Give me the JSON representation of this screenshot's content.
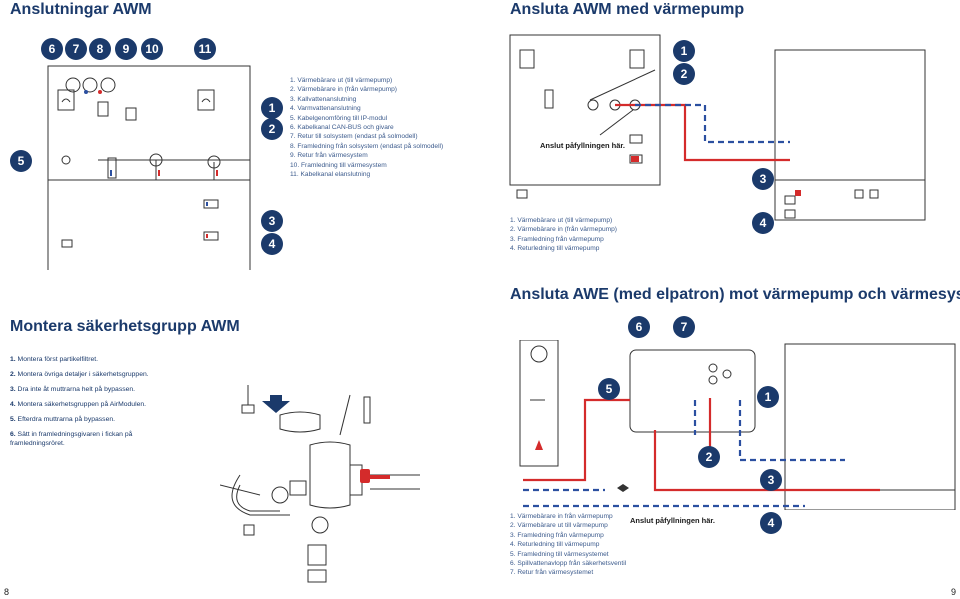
{
  "left_page": {
    "title": "Anslutningar AWM",
    "top_numbers": [
      "6",
      "7",
      "8",
      "9",
      "10",
      "11"
    ],
    "side_numbers": [
      "1",
      "2",
      "5",
      "3",
      "4"
    ],
    "legend": [
      "1.  Värmebärare ut (till värmepump)",
      "2.  Värmebärare in (från värmepump)",
      "3.  Kallvattenanslutning",
      "4.  Varmvattenanslutning",
      "5.  Kabelgenomföring till IP-modul",
      "6.  Kabelkanal CAN-BUS och givare",
      "7.  Retur till solsystem (endast på solmodell)",
      "8.  Framledning från solsystem (endast på solmodell)",
      "9.  Retur från värmesystem",
      "10. Framledning till värmesystem",
      "11. Kabelkanal elanslutning"
    ],
    "section2_title": "Montera säkerhetsgrupp AWM",
    "steps": [
      {
        "n": "1.",
        "text": " Montera först partikelfiltret."
      },
      {
        "n": "2.",
        "text": " Montera övriga detaljer i säkerhetsgruppen."
      },
      {
        "n": "3.",
        "text": " Dra inte åt muttrarna helt på bypassen."
      },
      {
        "n": "4.",
        "text": " Montera säkerhetsgruppen på AirModulen."
      },
      {
        "n": "5.",
        "text": " Efterdra muttrarna på bypassen."
      },
      {
        "n": "6.",
        "text": " Sätt in framledningsgivaren i fickan på"
      },
      {
        "n": "",
        "text": "framledningsröret."
      }
    ],
    "page_number": "8"
  },
  "right_page": {
    "title": "Ansluta AWM med värmepump",
    "numbers": [
      "1",
      "2",
      "3",
      "4"
    ],
    "fill_note": "Anslut påfyllningen här.",
    "legend": [
      "1.  Värmebärare ut (till värmepump)",
      "2.  Värmebärare in (från värmepump)",
      "3.  Framledning från värmepump",
      "4.  Returledning till värmepump"
    ],
    "section2_title": "Ansluta AWE (med elpatron) mot värmepump och värmesystem",
    "numbers2": [
      "6",
      "7",
      "5",
      "1",
      "2",
      "3",
      "4"
    ],
    "fill_note2": "Anslut påfyllningen här.",
    "legend2": [
      "1.  Värmebärare in från värmepump",
      "2.  Värmebärare ut till värmepump",
      "3.  Framledning från värmepump",
      "4.  Returledning till värmepump",
      "5.  Framledning till värmesystemet",
      "6.  Spillvattenavlopp från säkerhetsventil",
      "7.  Retur från värmesystemet"
    ],
    "page_number": "9"
  },
  "colors": {
    "brand": "#1b3a6b",
    "pipe_red": "#d42b2b",
    "pipe_blue": "#2b4fa0",
    "line": "#333333"
  }
}
